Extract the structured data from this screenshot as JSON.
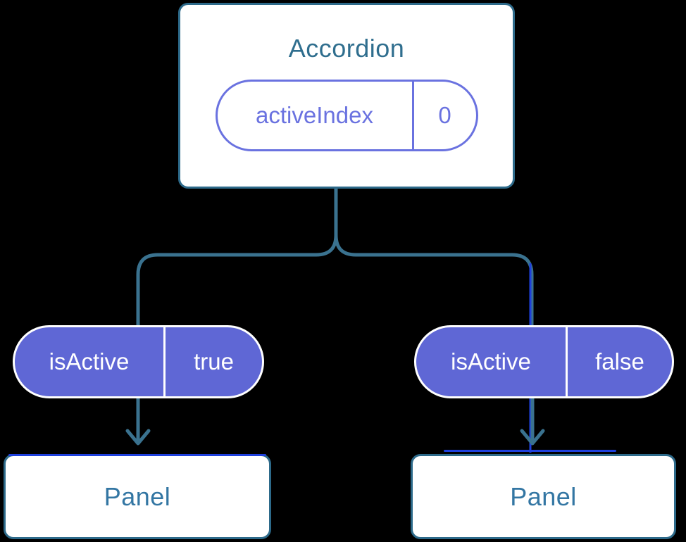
{
  "diagram": {
    "colors": {
      "background": "#000000",
      "node_fill": "#ffffff",
      "node_border": "#2d6a8a",
      "line_teal": "#3a728f",
      "title_text": "#2f6e8e",
      "panel_text": "#3376a3",
      "pill_fill": "#5f67d5",
      "pill_outline": "#6a72e0",
      "pulse_blue": "#1e40dd"
    },
    "root": {
      "title": "Accordion",
      "state": {
        "name": "activeIndex",
        "value": "0"
      }
    },
    "children": [
      {
        "state": {
          "name": "isActive",
          "value": "true"
        },
        "child": {
          "label": "Panel"
        }
      },
      {
        "state": {
          "name": "isActive",
          "value": "false"
        },
        "child": {
          "label": "Panel"
        }
      }
    ]
  }
}
